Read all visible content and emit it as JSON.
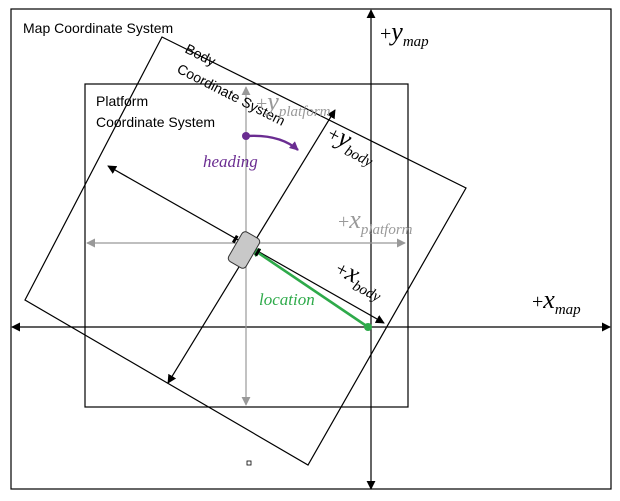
{
  "map": {
    "title": "Map Coordinate System",
    "axis_x": {
      "sign": "+",
      "var": "x",
      "sub": "map"
    },
    "axis_y": {
      "sign": "+",
      "var": "y",
      "sub": "map"
    }
  },
  "platform": {
    "title_line1": "Platform",
    "title_line2": "Coordinate System",
    "axis_x": {
      "sign": "+",
      "var": "x",
      "sub": "platform"
    },
    "axis_y": {
      "sign": "+",
      "var": "y",
      "sub": "platform"
    }
  },
  "body": {
    "title_line1": "Body",
    "title_line2": "Coordinate System",
    "axis_x": {
      "sign": "+",
      "var": "x",
      "sub": "body"
    },
    "axis_y": {
      "sign": "+",
      "var": "y",
      "sub": "body"
    }
  },
  "annotations": {
    "heading": "heading",
    "location": "location"
  },
  "colors": {
    "map": "#000000",
    "platform": "#999999",
    "body": "#000000",
    "heading": "#6a2c91",
    "location": "#2eaa4a",
    "robot_fill": "#c8c8c8"
  }
}
